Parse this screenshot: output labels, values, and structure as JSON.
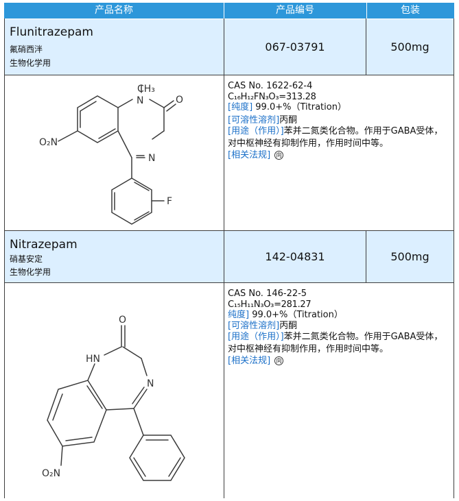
{
  "header": {
    "col_name": "产品名称",
    "col_code": "产品编号",
    "col_pack": "包装"
  },
  "products": [
    {
      "name": "Flunitrazepam",
      "chinese_name": "氟硝西泮",
      "category": "生物化学用",
      "code": "067-03791",
      "pack": "500mg",
      "cas": "CAS No. 1622-62-4",
      "formula": "C₁₆H₁₂FN₃O₃=313.28",
      "purity_label": "[纯度]",
      "purity_value": " 99.0+%（Titration）",
      "solubility_label": "[可溶性溶剂]",
      "solubility_value": "丙酮",
      "use_label": "[用途（作用）]",
      "use_value": "苯并二氮类化合物。作用于GABA受体，对中枢神经有抑制作用，作用时间中等。",
      "reg_label": "[相关法规]",
      "reg_mark": "向",
      "structure_labels": {
        "methyl": "CH₃",
        "n1": "N",
        "oxo": "O",
        "n4": "N",
        "nitro": "O₂N",
        "fluoro": "F"
      }
    },
    {
      "name": "Nitrazepam",
      "chinese_name": "硝基安定",
      "category": "生物化学用",
      "code": "142-04831",
      "pack": "500mg",
      "cas": "CAS No. 146-22-5",
      "formula": "C₁₅H₁₁N₃O₃=281.27",
      "purity_label": "纯度]",
      "purity_value": " 99.0+%（Titration）",
      "solubility_label": "[可溶性溶剂]",
      "solubility_value": "丙酮",
      "use_label": "[用途（作用）]",
      "use_value": "苯并二氮类化合物。作用于GABA受体，对中枢神经有抑制作用，作用时间中等。",
      "reg_label": "[相关法规]",
      "reg_mark": "向",
      "structure_labels": {
        "oxo": "O",
        "hn": "HN",
        "n4": "N",
        "nitro": "O₂N"
      }
    }
  ],
  "colors": {
    "header": "#2d97da",
    "name_cell": "#dcefff",
    "link": "#1a6fc8"
  }
}
